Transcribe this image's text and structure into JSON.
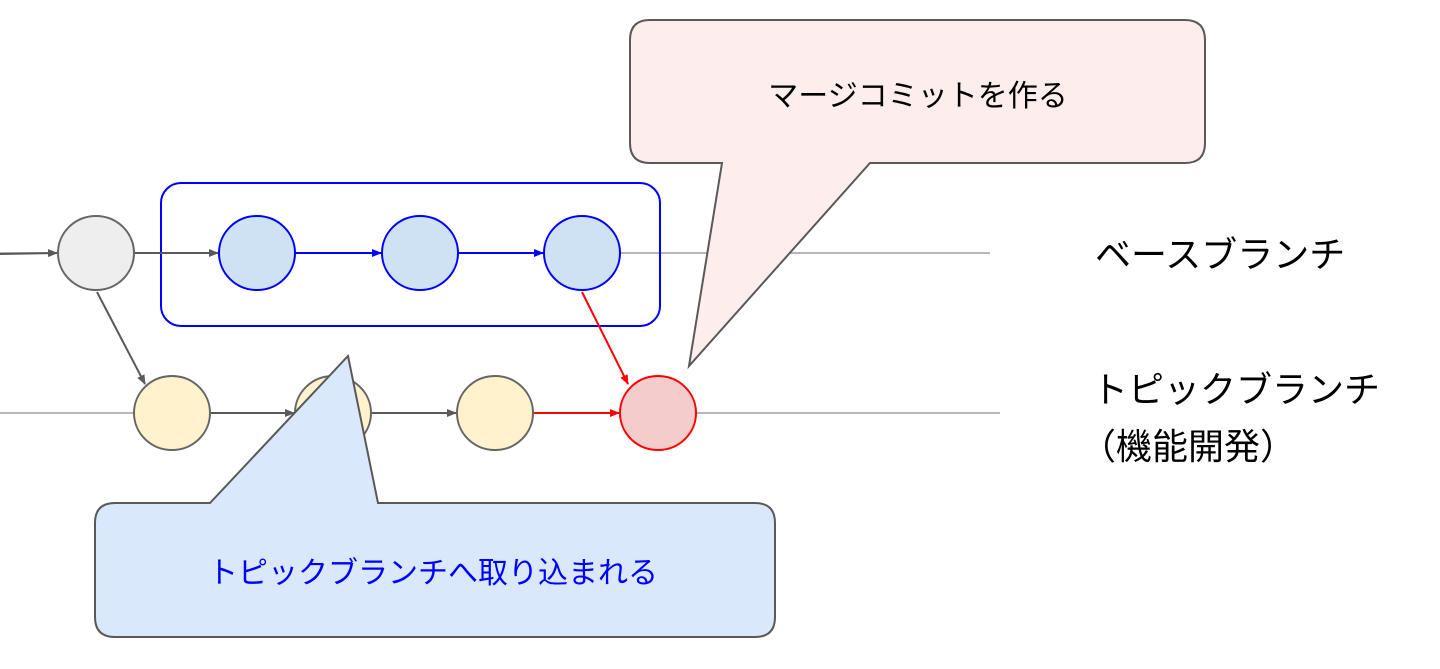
{
  "labels": {
    "base_branch": "ベースブランチ",
    "topic_branch": "トピックブランチ",
    "topic_branch_note": "（機能開発）"
  },
  "callouts": {
    "merge_commit": "マージコミットを作る",
    "taken_into_topic": "トピックブランチへ取り込まれる"
  },
  "colors": {
    "base_commit": "#cfe2f3",
    "base_stroke": "#0000ff",
    "topic_commit": "#fff2cc",
    "merge_commit": "#f4cccc",
    "merge_stroke": "#ff0000",
    "root_commit": "#eeeeee",
    "pink_callout": "#fdeded",
    "blue_callout": "#dae8fc"
  }
}
